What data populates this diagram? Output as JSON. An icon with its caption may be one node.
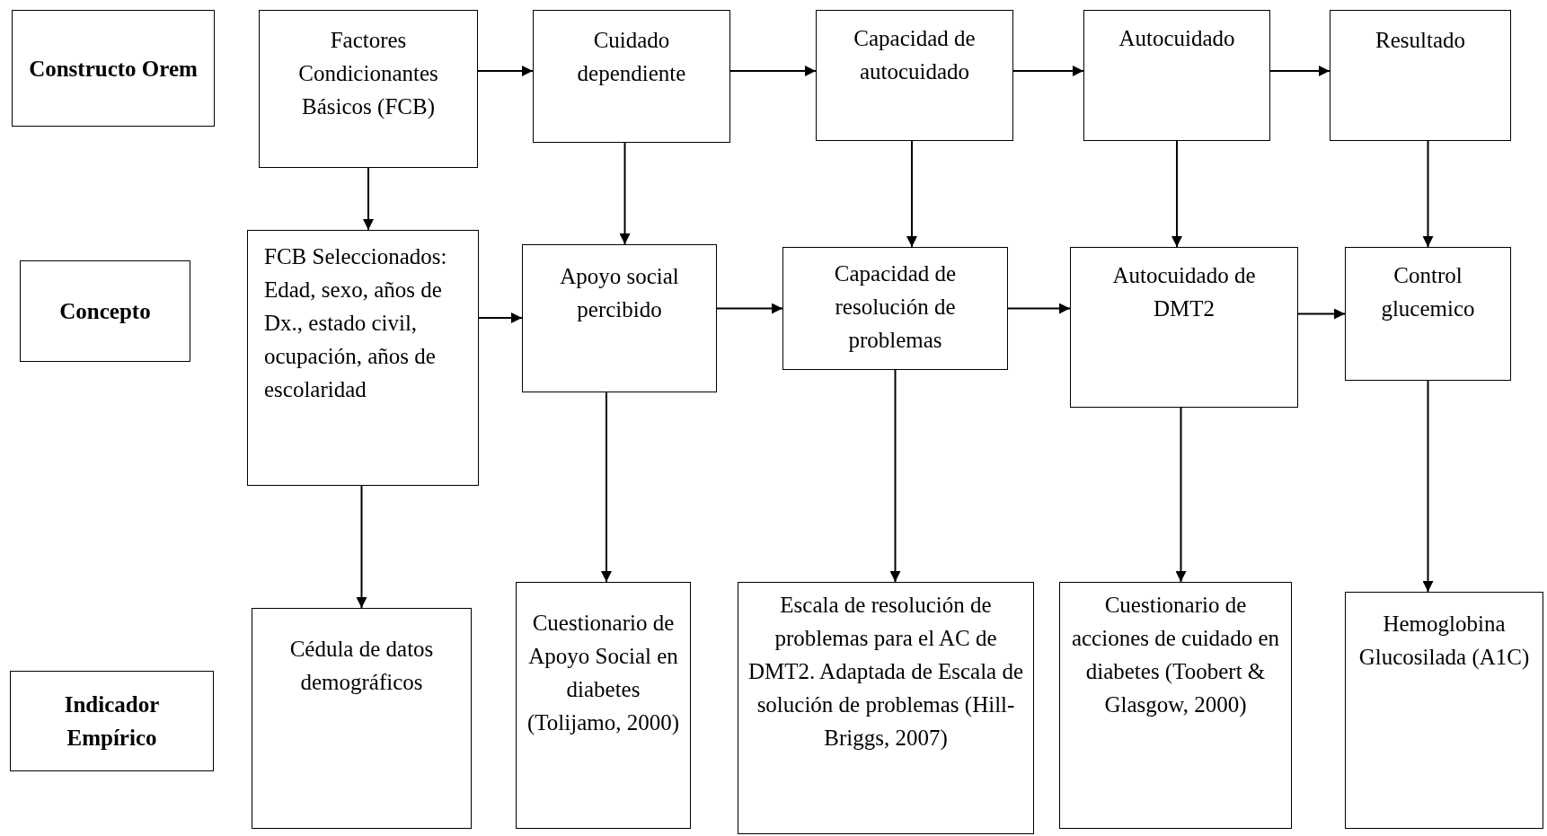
{
  "diagram": {
    "nodes": [
      {
        "text": [
          "Constructo Orem"
        ]
      },
      {
        "text": [
          "Factores Condicionantes Básicos (FCB)"
        ]
      },
      {
        "text": [
          "Cuidado dependiente"
        ]
      },
      {
        "text": [
          "Capacidad de autocuidado"
        ]
      },
      {
        "text": [
          "Autocuidado"
        ]
      },
      {
        "text": [
          "Resultado"
        ]
      },
      {
        "text": [
          "Concepto"
        ]
      },
      {
        "text": [
          "FCB Seleccionados: Edad, sexo, años de Dx., estado civil, ocupación, años de escolaridad"
        ]
      },
      {
        "text": [
          "Apoyo social percibido"
        ]
      },
      {
        "text": [
          "Capacidad de resolución de problemas"
        ]
      },
      {
        "text": [
          "Autocuidado de DMT2"
        ]
      },
      {
        "text": [
          "Control glucemico"
        ]
      },
      {
        "text": [
          "Indicador Empírico"
        ]
      },
      {
        "text": [
          "Cédula de datos demográficos"
        ]
      },
      {
        "text": [
          "Cuestionario de Apoyo Social en diabetes (Tolijamo, 2000)"
        ]
      },
      {
        "text": [
          "Escala de resolución de problemas para el AC de DMT2. Adaptada de Escala de solución de problemas (Hill-Briggs, 2007)"
        ]
      },
      {
        "text": [
          "Cuestionario de acciones de cuidado en diabetes (Toobert & Glasgow, 2000)"
        ]
      },
      {
        "text": [
          "Hemoglobina Glucosilada (A1C)"
        ]
      }
    ],
    "edges": [
      {
        "from": 1,
        "to": 2,
        "arrow": "to"
      },
      {
        "from": 2,
        "to": 3,
        "arrow": "to"
      },
      {
        "from": 3,
        "to": 4,
        "arrow": "to"
      },
      {
        "from": 4,
        "to": 5,
        "arrow": "to"
      },
      {
        "from": 1,
        "to": 7,
        "arrow": "to"
      },
      {
        "from": 2,
        "to": 8,
        "arrow": "to"
      },
      {
        "from": 3,
        "to": 9,
        "arrow": "to"
      },
      {
        "from": 4,
        "to": 10,
        "arrow": "to"
      },
      {
        "from": 5,
        "to": 11,
        "arrow": "to"
      },
      {
        "from": 7,
        "to": 8,
        "arrow": "to"
      },
      {
        "from": 8,
        "to": 9,
        "arrow": "to"
      },
      {
        "from": 9,
        "to": 10,
        "arrow": "to"
      },
      {
        "from": 10,
        "to": 11,
        "arrow": "to"
      },
      {
        "from": 7,
        "to": 13,
        "arrow": "to"
      },
      {
        "from": 8,
        "to": 14,
        "arrow": "to"
      },
      {
        "from": 9,
        "to": 15,
        "arrow": "to"
      },
      {
        "from": 10,
        "to": 16,
        "arrow": "to"
      },
      {
        "from": 11,
        "to": 17,
        "arrow": "to"
      }
    ]
  }
}
